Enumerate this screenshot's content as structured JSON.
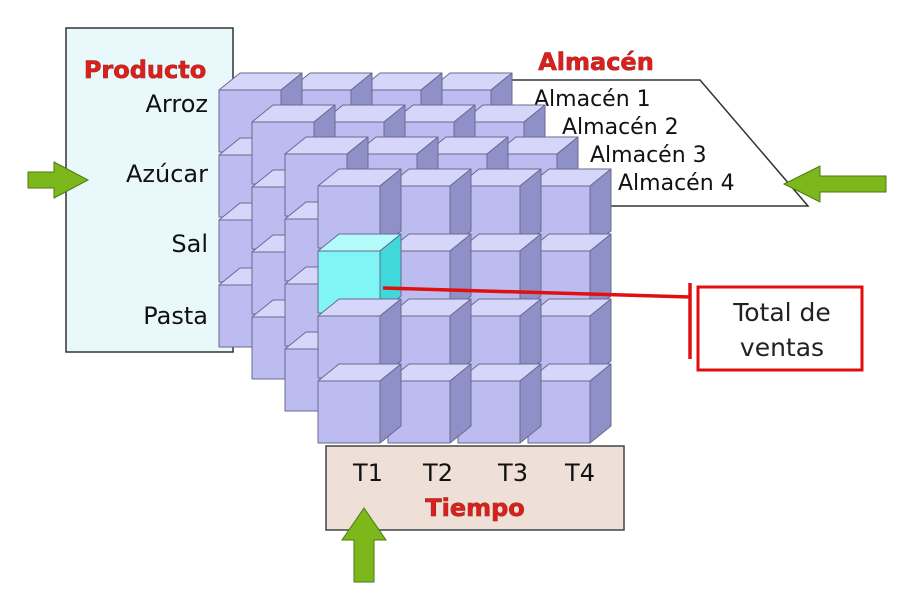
{
  "product": {
    "title": "Producto",
    "members": [
      "Arroz",
      "Azúcar",
      "Sal",
      "Pasta"
    ]
  },
  "warehouse": {
    "title": "Almacén",
    "members": [
      "Almacén 1",
      "Almacén 2",
      "Almacén 3",
      "Almacén 4"
    ]
  },
  "time": {
    "title": "Tiempo",
    "members": [
      "T1",
      "T2",
      "T3",
      "T4"
    ]
  },
  "callout": {
    "line1": "Total de",
    "line2": "ventas"
  },
  "colors": {
    "cube_front": "#bcbcf0",
    "cube_top": "#d6d6fa",
    "cube_side": "#9090c8",
    "highlight_front": "#7ff5f5",
    "highlight_top": "#b4fbfb",
    "highlight_side": "#40d8d8",
    "title_red": "#d8201c",
    "callout_border": "#e01010",
    "arrow_green": "#7cb81c",
    "product_panel": "#e8f8fb",
    "time_panel": "#eee0d6"
  }
}
